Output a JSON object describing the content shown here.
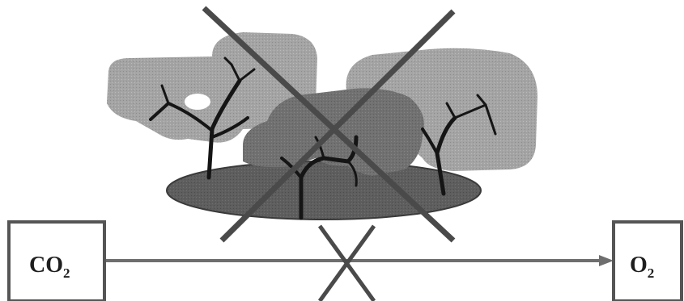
{
  "diagram": {
    "left_box": {
      "label_main": "CO",
      "label_sub": "2"
    },
    "right_box": {
      "label_main": "O",
      "label_sub": "2"
    },
    "colors": {
      "outline": "#555555",
      "arrow": "#6e6e6e",
      "cross": "#4a4a4a",
      "text": "#1e1e1e",
      "light_canopy": "#a2a2a2",
      "dark_canopy": "#6f6f6f",
      "ground": "#5c5c5c",
      "branches": "#151515"
    },
    "icons": {
      "forest": "tree-cluster-icon",
      "forest_cross": "cross-out-icon",
      "flow_cross": "cross-out-icon"
    }
  }
}
